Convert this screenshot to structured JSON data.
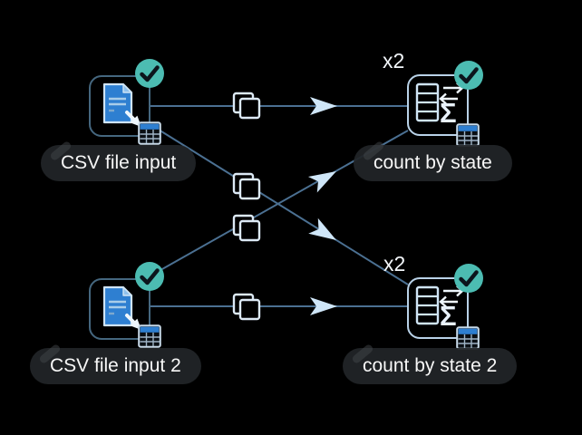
{
  "workflow": {
    "nodes": [
      {
        "label": "CSV file input",
        "type": "csv-input",
        "status": "success"
      },
      {
        "label": "CSV file input 2",
        "type": "csv-input",
        "status": "success"
      },
      {
        "label": "count by state",
        "type": "aggregate",
        "status": "success",
        "badge": "x2"
      },
      {
        "label": "count by state 2",
        "type": "aggregate",
        "status": "success",
        "badge": "x2"
      }
    ],
    "connections": [
      {
        "from": "CSV file input",
        "to": "count by state"
      },
      {
        "from": "CSV file input",
        "to": "count by state 2"
      },
      {
        "from": "CSV file input 2",
        "to": "count by state"
      },
      {
        "from": "CSV file input 2",
        "to": "count by state 2"
      }
    ]
  },
  "icons": {
    "sigma": "Σ"
  },
  "colors": {
    "background": "#000000",
    "edge_line": "#4b7092",
    "arrowhead": "#cfe6f8",
    "input_node_border": "#45677f",
    "aggregate_node_border": "#b9d2e8",
    "document_blue": "#2e7fd1",
    "success_teal": "#4cbcb2",
    "icon_stroke_light": "#cfe4f5",
    "label_pill_bg": "#212427",
    "label_text": "#f7f7f7"
  }
}
